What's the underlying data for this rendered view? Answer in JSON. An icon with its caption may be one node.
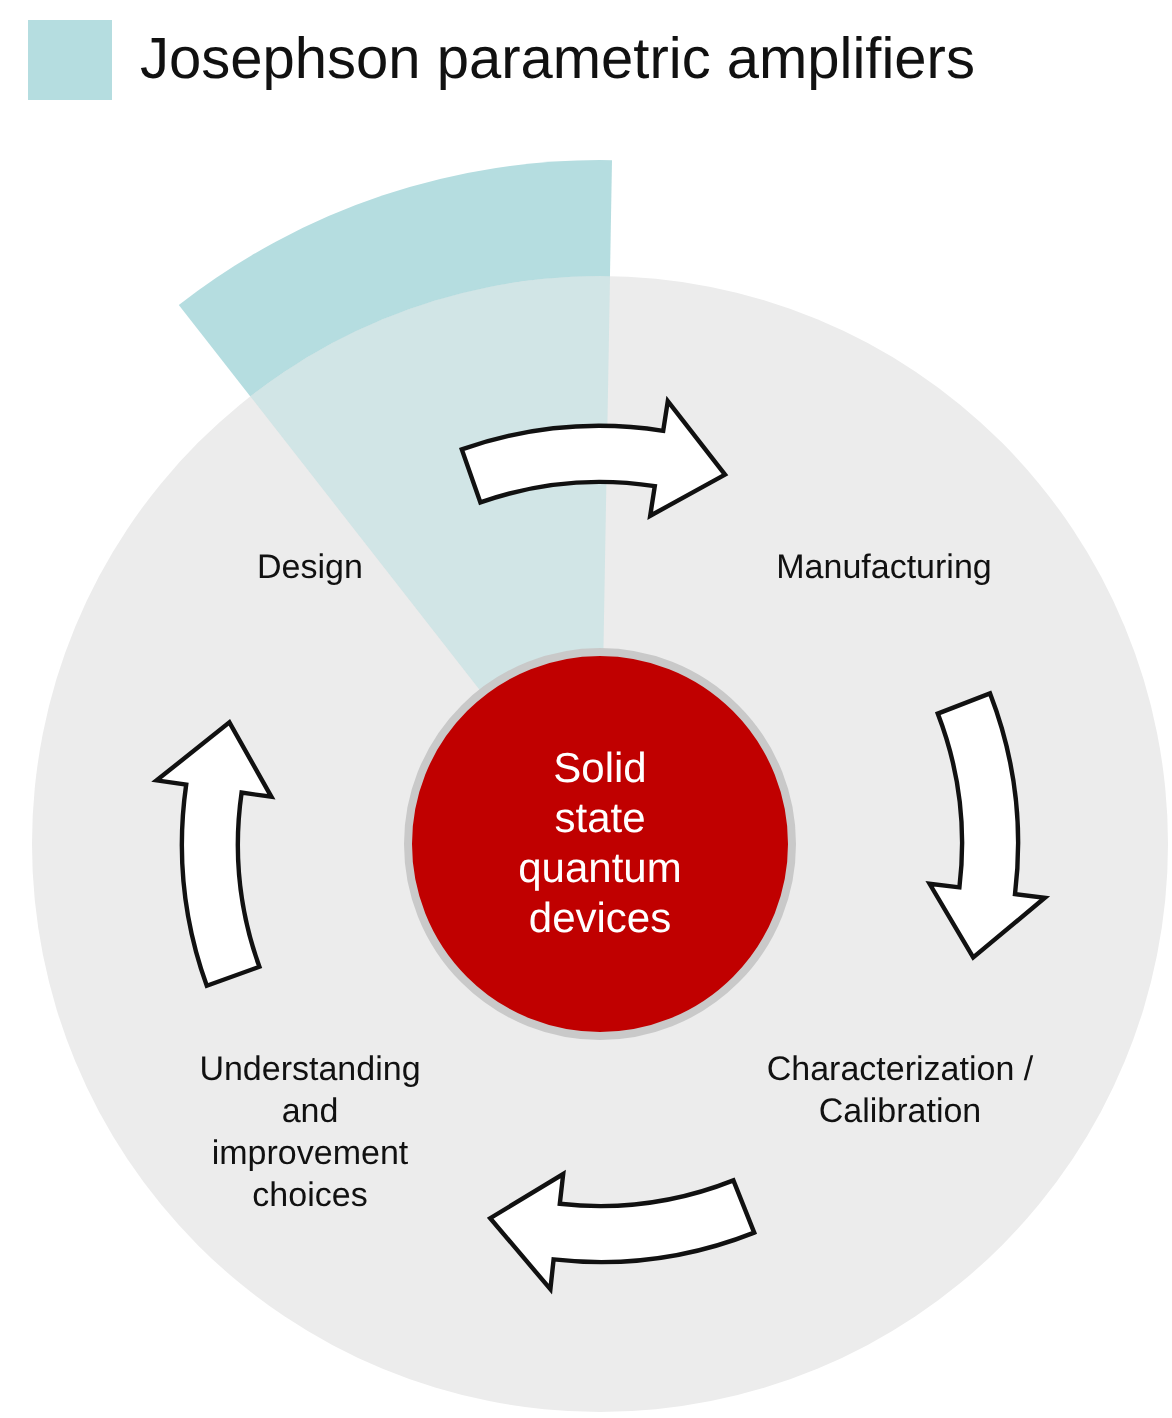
{
  "diagram": {
    "nodes": [
      {
        "text": [
          "Design"
        ]
      },
      {
        "text": [
          "Manufacturing"
        ]
      },
      {
        "text": [
          "Solid state quantum devices"
        ]
      },
      {
        "text": [
          "Understanding and improvement choices"
        ]
      },
      {
        "text": [
          "Characterization / Calibration"
        ]
      }
    ],
    "edges": [
      {
        "from": 0,
        "to": 1,
        "arrow": "to"
      },
      {
        "from": 1,
        "to": 4,
        "arrow": "to"
      },
      {
        "from": 4,
        "to": 3,
        "arrow": "to"
      },
      {
        "from": 3,
        "to": 0,
        "arrow": "to"
      }
    ],
    "legend": [
      {
        "text": "Josephson parametric amplifiers",
        "color": "#b5dde0"
      }
    ]
  }
}
